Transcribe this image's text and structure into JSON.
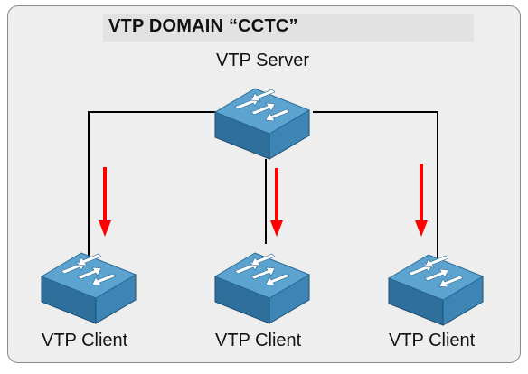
{
  "title": "VTP DOMAIN “CCTC”",
  "server": {
    "label": "VTP Server",
    "icon": "switch-icon"
  },
  "clients": [
    {
      "label": "VTP Client",
      "icon": "switch-icon"
    },
    {
      "label": "VTP Client",
      "icon": "switch-icon"
    },
    {
      "label": "VTP Client",
      "icon": "switch-icon"
    }
  ],
  "colors": {
    "switch_top": "#5da3cf",
    "switch_front": "#2f6f9c",
    "switch_side": "#3d85b5",
    "arrow": "#ff0000",
    "link": "#000000"
  }
}
